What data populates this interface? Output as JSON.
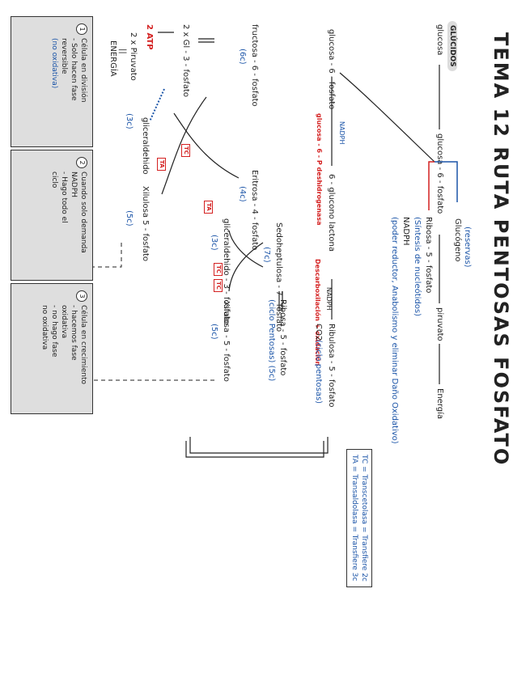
{
  "title": "TEMA 12 RUTA PENTOSAS FOSFATO",
  "section_badge": "GLÚCIDOS",
  "nodes": {
    "glucosa": "glucosa",
    "glucosa_6p": "glucosa - 6 - fosfato",
    "piruvato": "piruvato",
    "energia": "Energía",
    "glucogeno": "Glucógeno",
    "reservas": "(reservas)",
    "ribosa5p": "Ribosa - 5 - fosfato",
    "sintesis": "(Síntesis de nucleótidos)",
    "nadph": "NADPH",
    "nadph_desc": "(poder reductor, Anabolismo y eliminar Daño Oxidativo)",
    "glucosa6p_left": "glucosa - 6 - fosfato",
    "g6p_dh": "glucosa - 6 - P\ndeshidrogenasa",
    "nadph_1": "NADPH",
    "lactona": "6 - glucono lactona",
    "descarbox": "Descarboxilación\n+\noxidación",
    "co2": "CO2",
    "ciclo_pentosas": "(ciclo pentosas)",
    "nadph_2": "NADPH",
    "ribulosa5p": "Ribulosa - 5 - fosfato",
    "ribosa5p_b": "Ribosa - 5 - fosfato",
    "ciclo_pentosas_5c": "(ciclo Pentosas) (5c)",
    "xilulosa5p": "Xilulosa - 5 - fosfato",
    "c5_a": "(5c)",
    "sedoheptulosa": "Sedoheptulosa - 7 - fosfato",
    "c7": "(7c)",
    "gliceraldehido3p": "gliceraldehido - 3 - fosfato",
    "c3_a": "(3c)",
    "fructosa6p": "fructosa - 6 - fosfato",
    "c6": "(6c)",
    "eritrosa4p": "Eritrosa - 4 - fosfato",
    "c4": "(4c)",
    "gli3p_b": "2 x Gl - 3 - fosfato",
    "gliceraldehido": "gliceraldehido",
    "c3_b": "(3c)",
    "xilulosa5p_b": "Xilulosa 5 - fosfato",
    "c5_b": "(5c)",
    "atp": "2 ATP",
    "piruvato_x2": "2 x Piruvato",
    "igual": "||",
    "energia_b": "ENERGÍA",
    "ta": "TA",
    "tc": "TC"
  },
  "legend": [
    "TC = Transcetolasa = Transfiere 2c",
    "TA = Transaldolasa = Transfiere 3c"
  ],
  "cards": [
    {
      "num": "1",
      "lines": [
        "Célula en división",
        "- Solo hacen fase",
        "reversible",
        "(no oxidativa)"
      ]
    },
    {
      "num": "2",
      "lines": [
        "Cuando solo demanda",
        "NADPH",
        "- Hago todo el",
        "ciclo"
      ]
    },
    {
      "num": "3",
      "lines": [
        "Célula en crecimiento",
        "- hacemos fase",
        "oxidativa",
        "- no hago fase",
        "no oxidativa"
      ]
    }
  ],
  "colors": {
    "blue": "#1c55a8",
    "red": "#d42121",
    "card": "#dedede"
  }
}
